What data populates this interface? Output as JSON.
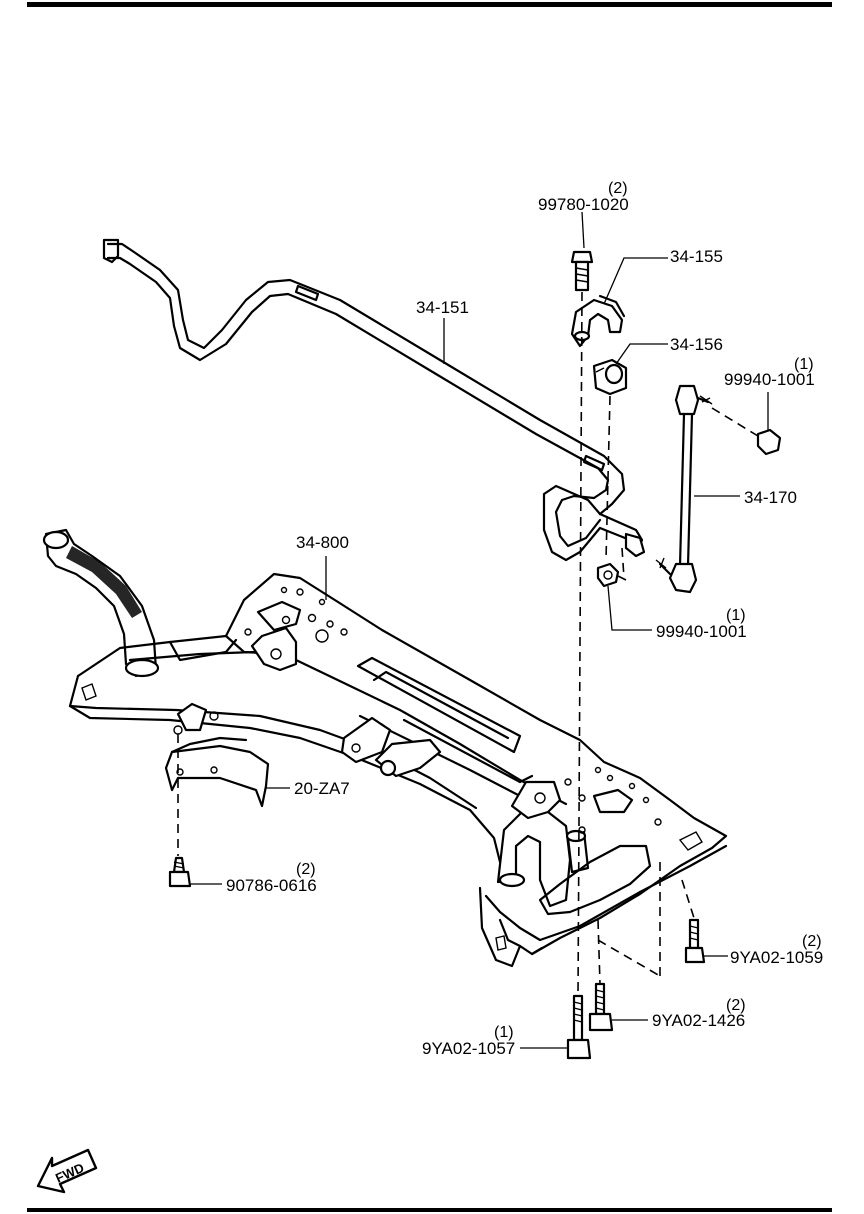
{
  "parts": [
    {
      "id": "p1",
      "number": "99780-1020",
      "qty": "(2)"
    },
    {
      "id": "p2",
      "number": "34-155",
      "qty": ""
    },
    {
      "id": "p3",
      "number": "34-151",
      "qty": ""
    },
    {
      "id": "p4",
      "number": "34-156",
      "qty": ""
    },
    {
      "id": "p5",
      "number": "99940-1001",
      "qty": "(1)"
    },
    {
      "id": "p6",
      "number": "34-170",
      "qty": ""
    },
    {
      "id": "p7",
      "number": "34-800",
      "qty": ""
    },
    {
      "id": "p8",
      "number": "99940-1001",
      "qty": "(1)"
    },
    {
      "id": "p9",
      "number": "20-ZA7",
      "qty": ""
    },
    {
      "id": "p10",
      "number": "90786-0616",
      "qty": "(2)"
    },
    {
      "id": "p11",
      "number": "9YA02-1059",
      "qty": "(2)"
    },
    {
      "id": "p12",
      "number": "9YA02-1426",
      "qty": "(2)"
    },
    {
      "id": "p13",
      "number": "9YA02-1057",
      "qty": "(1)"
    }
  ],
  "fwd_label": "FWD",
  "colors": {
    "line": "#000000",
    "background": "#ffffff"
  },
  "icons": [
    "fwd-arrow-icon"
  ]
}
